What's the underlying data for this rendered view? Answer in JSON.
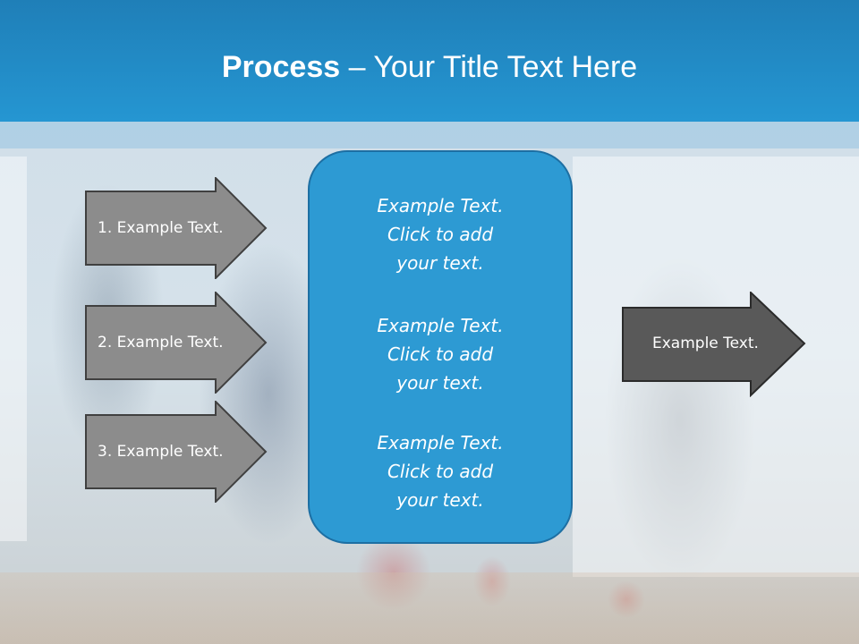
{
  "slide": {
    "title_bold": "Process",
    "title_rest": " – Your Title Text Here",
    "left_arrows": [
      {
        "label": "1. Example Text."
      },
      {
        "label": "2. Example Text."
      },
      {
        "label": "3. Example Text."
      }
    ],
    "center_blocks": [
      {
        "text": "Example Text.\nClick  to add\nyour text."
      },
      {
        "text": "Example Text.\nClick  to add\nyour text."
      },
      {
        "text": "Example Text.\nClick  to add\nyour text."
      }
    ],
    "right_arrow": {
      "label": "Example Text."
    },
    "colors": {
      "header": "#2596d2",
      "center_box": "#2d9ad3",
      "left_arrow_fill": "#8c8c8c",
      "right_arrow_fill": "#595959"
    }
  }
}
